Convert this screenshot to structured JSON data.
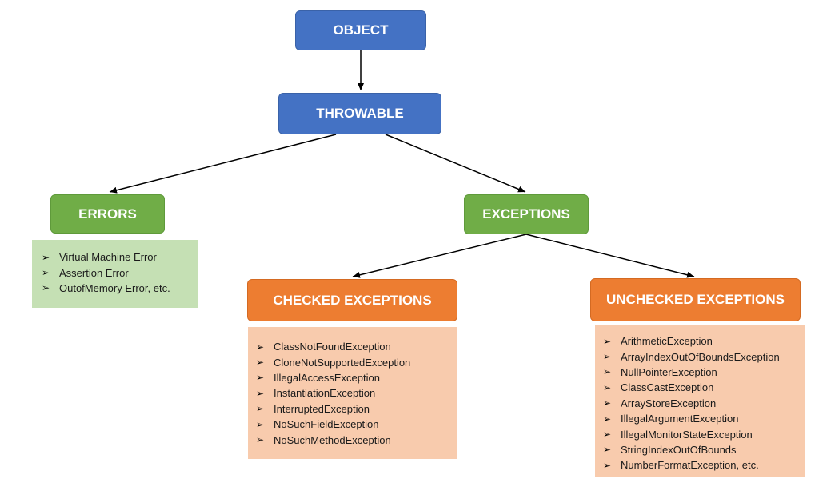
{
  "nodes": {
    "object": "OBJECT",
    "throwable": "THROWABLE",
    "errors": "ERRORS",
    "exceptions": "EXCEPTIONS",
    "checked": "CHECKED EXCEPTIONS",
    "unchecked": "UNCHECKED EXCEPTIONS"
  },
  "bullet_icon": "arrow-bullet-icon",
  "colors": {
    "blue": "#4472c4",
    "green": "#70ad47",
    "orange": "#ed7d31",
    "green_list": "#c5e0b4",
    "orange_list": "#f8cbad"
  },
  "errors_list": [
    "Virtual Machine Error",
    "Assertion Error",
    "OutofMemory Error, etc."
  ],
  "checked_list": [
    "ClassNotFoundException",
    "CloneNotSupportedException",
    "IllegalAccessException",
    "InstantiationException",
    "InterruptedException",
    "NoSuchFieldException",
    "NoSuchMethodException"
  ],
  "unchecked_list": [
    "ArithmeticException",
    "ArrayIndexOutOfBoundsException",
    "NullPointerException",
    "ClassCastException",
    "ArrayStoreException",
    "IllegalArgumentException",
    "IllegalMonitorStateException",
    "StringIndexOutOfBounds",
    "NumberFormatException, etc."
  ]
}
